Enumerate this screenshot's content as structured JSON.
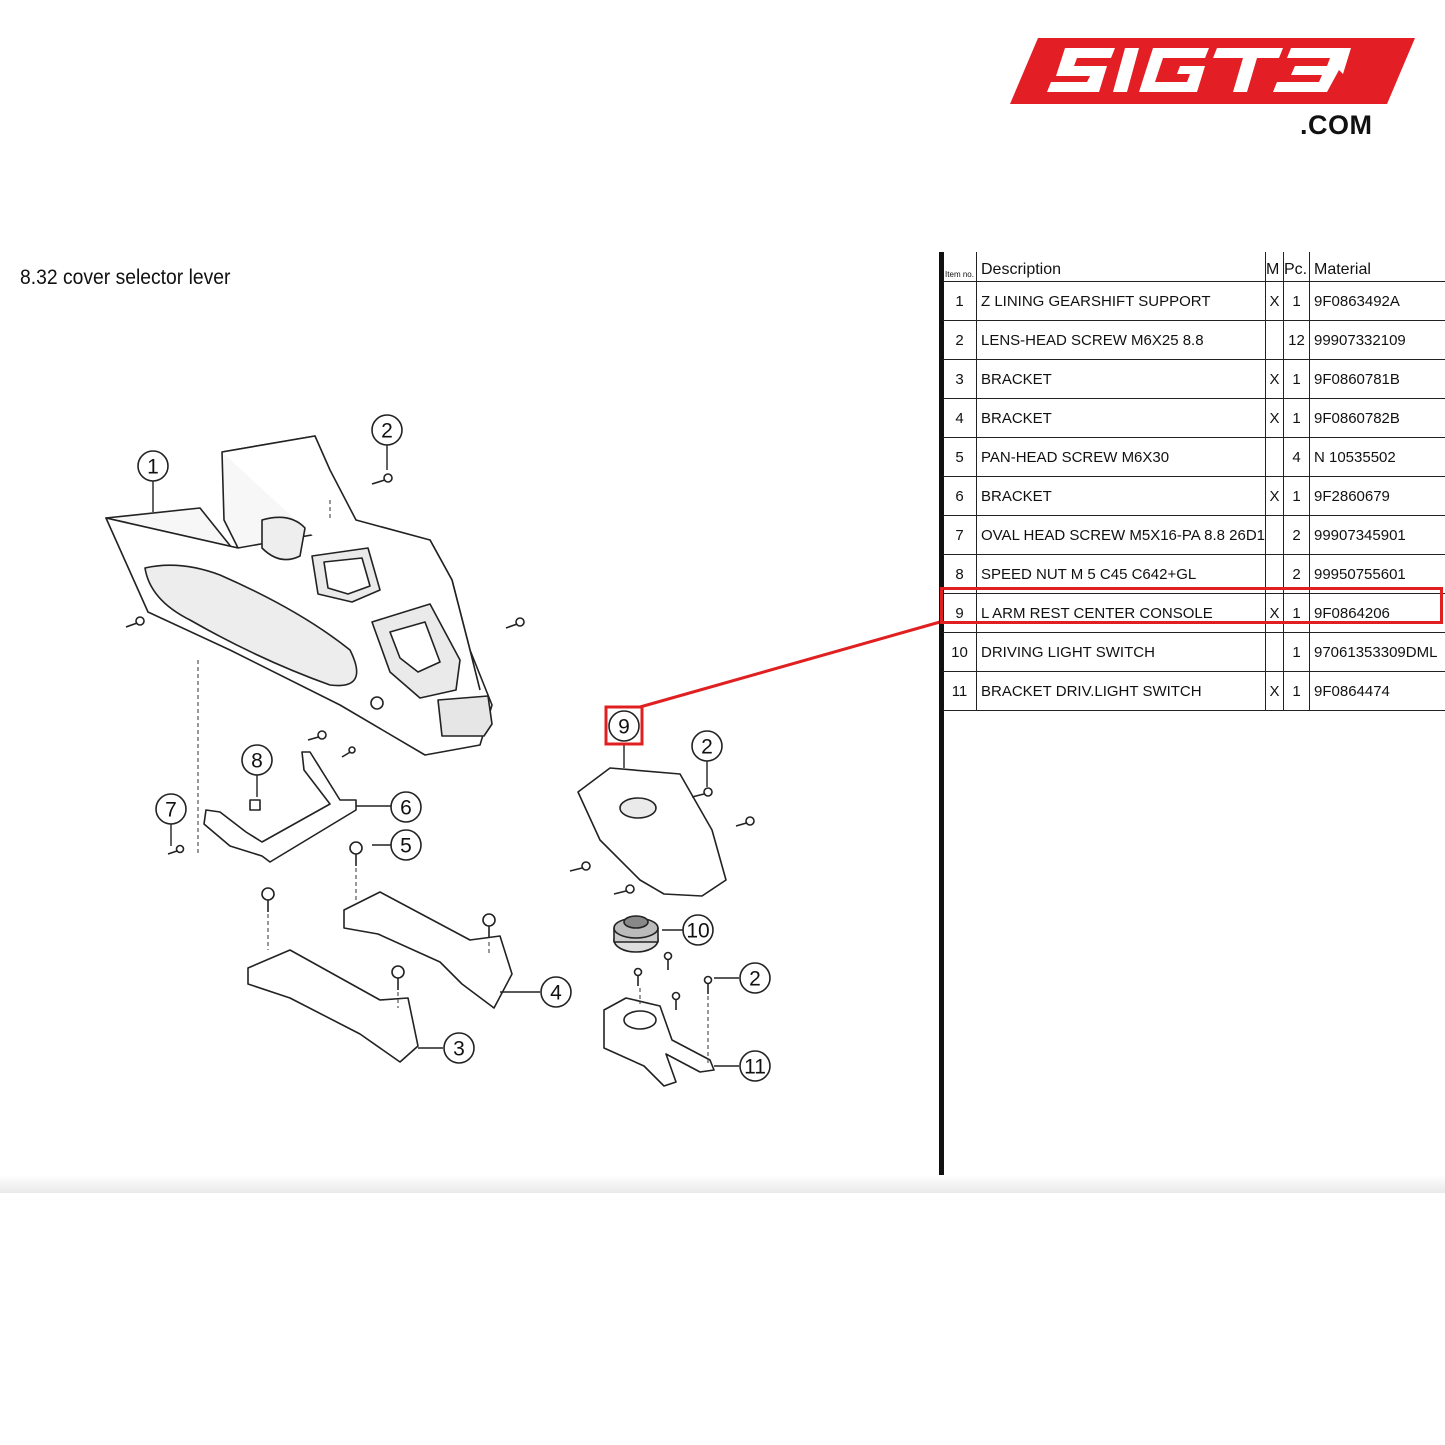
{
  "brand": {
    "logo_text": "5IGT3",
    "domain": ".COM",
    "accent_color": "#e31e24"
  },
  "section": {
    "title": "8.32  cover selector lever"
  },
  "diagram": {
    "callouts": [
      "1",
      "2",
      "8",
      "7",
      "6",
      "5",
      "3",
      "4",
      "9",
      "2",
      "10",
      "2",
      "11"
    ],
    "highlighted_callout": "9",
    "highlight_color": "#e02020"
  },
  "table": {
    "headers": {
      "item": "Item no.",
      "description": "Description",
      "m": "M",
      "pc": "Pc.",
      "material": "Material"
    },
    "rows": [
      {
        "item": "1",
        "description": "Z LINING GEARSHIFT SUPPORT",
        "m": "X",
        "pc": "1",
        "material": "9F0863492A"
      },
      {
        "item": "2",
        "description": "LENS-HEAD SCREW M6X25 8.8",
        "m": "",
        "pc": "12",
        "material": "99907332109"
      },
      {
        "item": "3",
        "description": "BRACKET",
        "m": "X",
        "pc": "1",
        "material": "9F0860781B"
      },
      {
        "item": "4",
        "description": "BRACKET",
        "m": "X",
        "pc": "1",
        "material": "9F0860782B"
      },
      {
        "item": "5",
        "description": "PAN-HEAD SCREW M6X30",
        "m": "",
        "pc": "4",
        "material": "N 10535502"
      },
      {
        "item": "6",
        "description": "BRACKET",
        "m": "X",
        "pc": "1",
        "material": "9F2860679"
      },
      {
        "item": "7",
        "description": "OVAL HEAD SCREW M5X16-PA 8.8 26D1",
        "m": "",
        "pc": "2",
        "material": "99907345901"
      },
      {
        "item": "8",
        "description": "SPEED NUT M 5 C45 C642+GL",
        "m": "",
        "pc": "2",
        "material": "99950755601"
      },
      {
        "item": "9",
        "description": "L ARM REST CENTER CONSOLE",
        "m": "X",
        "pc": "1",
        "material": "9F0864206"
      },
      {
        "item": "10",
        "description": "DRIVING LIGHT SWITCH",
        "m": "",
        "pc": "1",
        "material": "97061353309DML"
      },
      {
        "item": "11",
        "description": "BRACKET DRIV.LIGHT SWITCH",
        "m": "X",
        "pc": "1",
        "material": "9F0864474"
      }
    ],
    "highlighted_item": "9"
  }
}
